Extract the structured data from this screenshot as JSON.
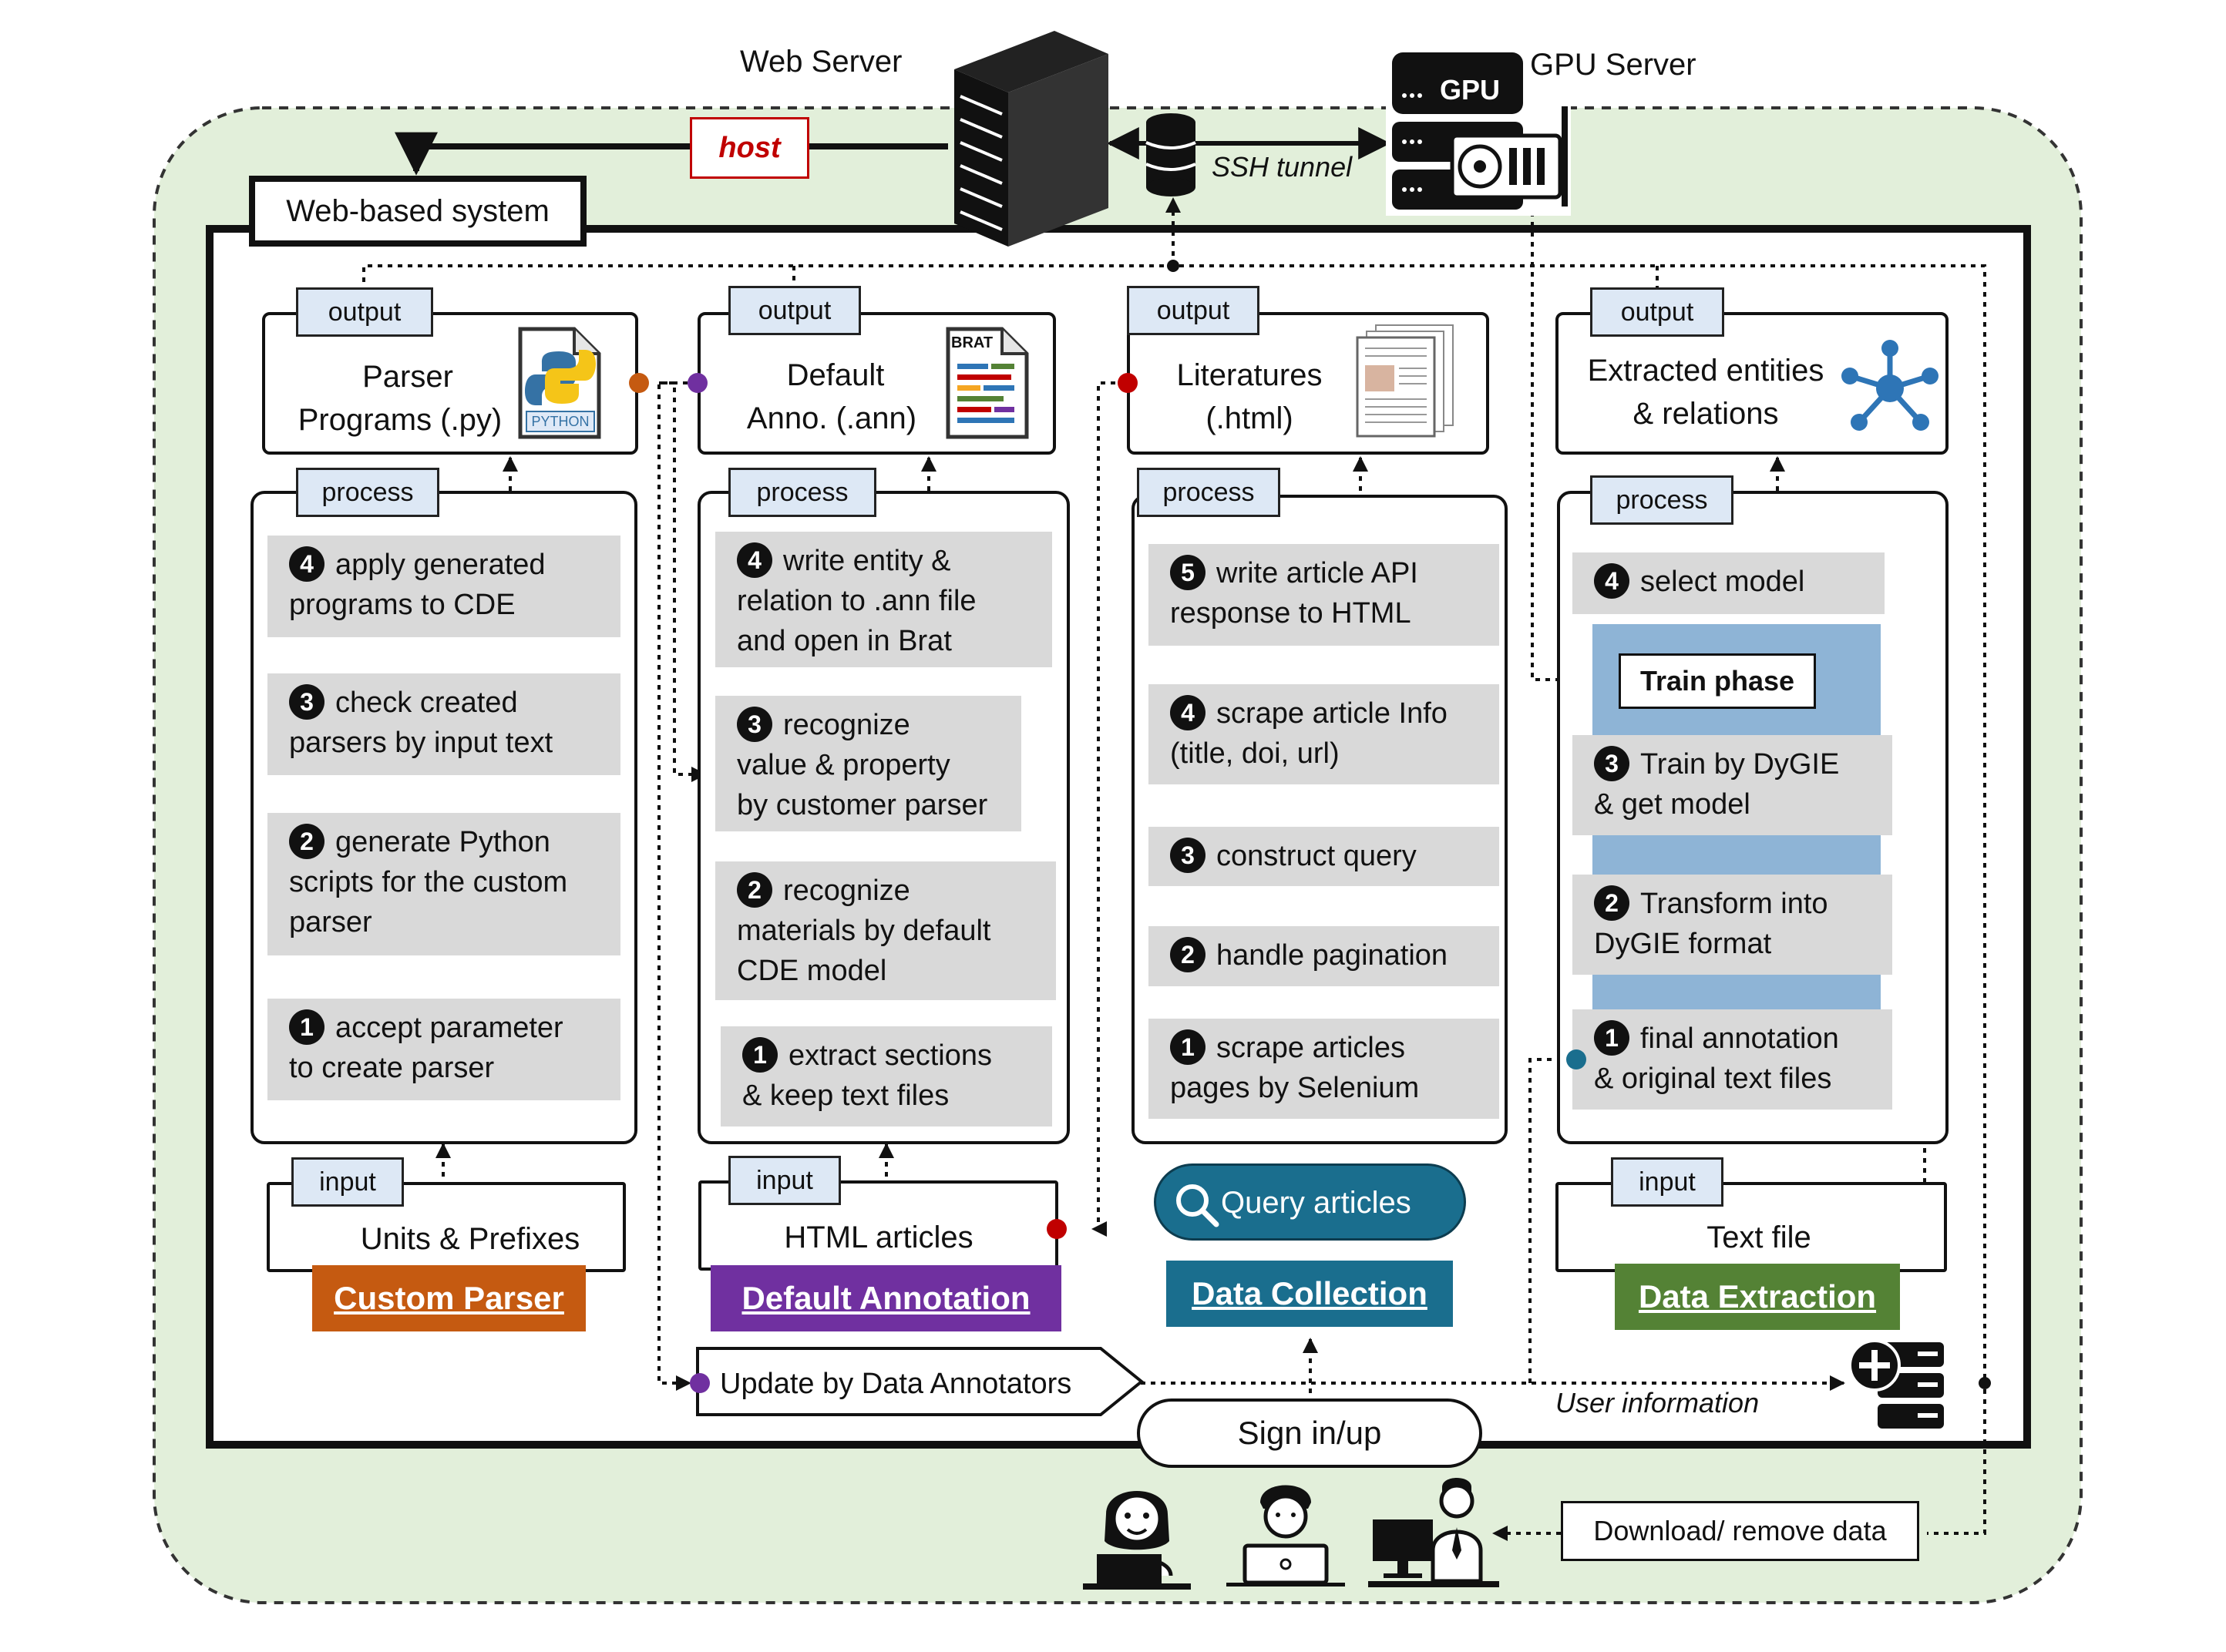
{
  "header": {
    "web_server": "Web Server",
    "gpu_server": "GPU Server",
    "gpu_chip": "GPU",
    "host": "host",
    "ssh": "SSH tunnel",
    "web_system": "Web-based system"
  },
  "tabs": {
    "output": "output",
    "process": "process",
    "input": "input"
  },
  "columns": [
    {
      "output_line1": "Parser",
      "output_line2": "Programs (.py)",
      "icon_label": "PYTHON",
      "steps": [
        {
          "num": "4",
          "line1": "apply generated",
          "line2": "programs to CDE",
          "line3": ""
        },
        {
          "num": "3",
          "line1": "check created",
          "line2": "parsers by input text",
          "line3": ""
        },
        {
          "num": "2",
          "line1": "generate Python",
          "line2": "scripts for the custom",
          "line3": "parser"
        },
        {
          "num": "1",
          "line1": "accept parameter",
          "line2": "to create parser",
          "line3": ""
        }
      ],
      "input_text": "Units & Prefixes",
      "section": "Custom Parser",
      "color": "#c55a11"
    },
    {
      "output_line1": "Default",
      "output_line2": "Anno. (.ann)",
      "icon_label": "BRAT",
      "steps": [
        {
          "num": "4",
          "line1": "write entity &",
          "line2": "relation to .ann file",
          "line3": "and open in Brat"
        },
        {
          "num": "3",
          "line1": "recognize",
          "line2": "value & property",
          "line3": "by customer parser"
        },
        {
          "num": "2",
          "line1": "recognize",
          "line2": "materials by default",
          "line3": "CDE model"
        },
        {
          "num": "1",
          "line1": "extract sections",
          "line2": "& keep text files",
          "line3": ""
        }
      ],
      "input_text": "HTML articles",
      "section": "Default Annotation",
      "color": "#7030a0"
    },
    {
      "output_line1": "Literatures",
      "output_line2": "(.html)",
      "steps": [
        {
          "num": "5",
          "line1": "write article API",
          "line2": "response to HTML",
          "line3": ""
        },
        {
          "num": "4",
          "line1": "scrape article Info",
          "line2": "(title, doi, url)",
          "line3": ""
        },
        {
          "num": "3",
          "line1": "construct query",
          "line2": "",
          "line3": ""
        },
        {
          "num": "2",
          "line1": "handle pagination",
          "line2": "",
          "line3": ""
        },
        {
          "num": "1",
          "line1": "scrape articles",
          "line2": "pages by Selenium",
          "line3": ""
        }
      ],
      "query_button": "Query articles",
      "section": "Data Collection",
      "color": "#1a6e8e"
    },
    {
      "output_line1": "Extracted entities",
      "output_line2": "& relations",
      "steps": [
        {
          "num": "4",
          "line1": "select model",
          "line2": "",
          "line3": ""
        },
        {
          "num": "3",
          "line1": "Train by DyGIE",
          "line2": "& get model",
          "line3": ""
        },
        {
          "num": "2",
          "line1": "Transform into",
          "line2": "DyGIE format",
          "line3": ""
        },
        {
          "num": "1",
          "line1": "final annotation",
          "line2": "& original text files",
          "line3": ""
        }
      ],
      "train_phase": "Train phase",
      "input_text": "Text file",
      "section": "Data Extraction",
      "color": "#548235"
    }
  ],
  "bottom": {
    "update": "Update by Data Annotators",
    "signin": "Sign in/up",
    "user_info": "User information",
    "download": "Download/ remove data"
  },
  "colors": {
    "background_green": "#e2efda",
    "tab_blue": "#dde8f5",
    "step_gray": "#d9d9d9",
    "train_blue": "#8eb4d6",
    "host_red": "#c00000",
    "dot_orange": "#c55a11",
    "dot_purple": "#7030a0",
    "dot_red": "#c00000",
    "dot_teal": "#1a6e8e",
    "query_bg": "#1a6e8e"
  }
}
